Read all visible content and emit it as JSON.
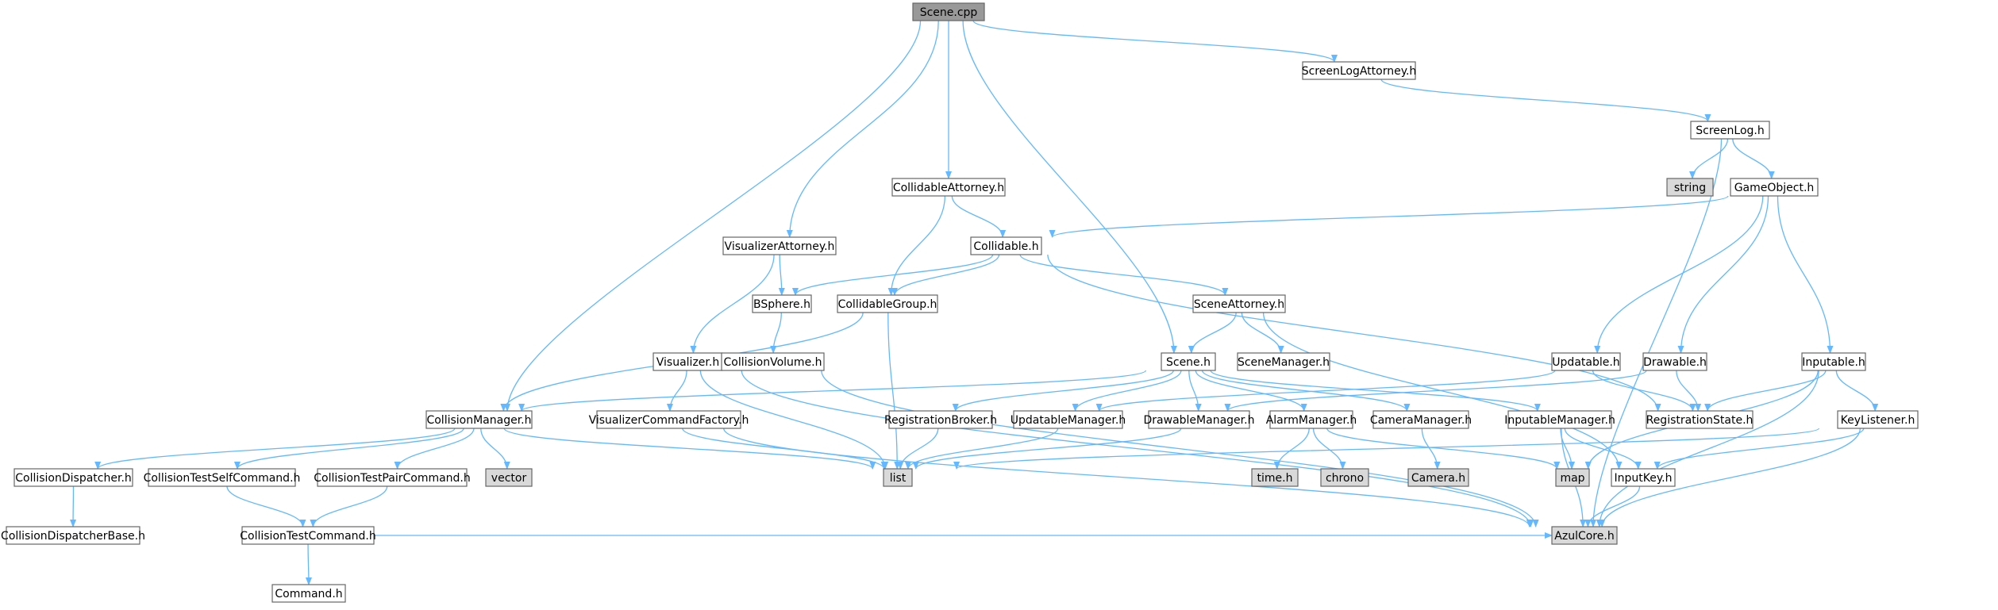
{
  "colors": {
    "edge": "#63b8ff",
    "node_fill": "#ffffff",
    "node_border": "#666666",
    "root_fill": "#999999",
    "external_fill": "#d9d9d9"
  },
  "nodes": [
    {
      "id": "scene_cpp",
      "label": "Scene.cpp",
      "kind": "root"
    },
    {
      "id": "screenlogattorney_h",
      "label": "ScreenLogAttorney.h",
      "kind": "normal"
    },
    {
      "id": "screenlog_h",
      "label": "ScreenLog.h",
      "kind": "normal"
    },
    {
      "id": "string",
      "label": "string",
      "kind": "external"
    },
    {
      "id": "gameobject_h",
      "label": "GameObject.h",
      "kind": "normal"
    },
    {
      "id": "collidableattorney_h",
      "label": "CollidableAttorney.h",
      "kind": "normal"
    },
    {
      "id": "visualizerattorney_h",
      "label": "VisualizerAttorney.h",
      "kind": "normal"
    },
    {
      "id": "collidable_h",
      "label": "Collidable.h",
      "kind": "normal"
    },
    {
      "id": "bsphere_h",
      "label": "BSphere.h",
      "kind": "normal"
    },
    {
      "id": "collidablegroup_h",
      "label": "CollidableGroup.h",
      "kind": "normal"
    },
    {
      "id": "sceneattorney_h",
      "label": "SceneAttorney.h",
      "kind": "normal"
    },
    {
      "id": "visualizer_h",
      "label": "Visualizer.h",
      "kind": "normal"
    },
    {
      "id": "collisionvolume_h",
      "label": "CollisionVolume.h",
      "kind": "normal"
    },
    {
      "id": "scene_h",
      "label": "Scene.h",
      "kind": "normal"
    },
    {
      "id": "scenemanager_h",
      "label": "SceneManager.h",
      "kind": "normal"
    },
    {
      "id": "updatable_h",
      "label": "Updatable.h",
      "kind": "normal"
    },
    {
      "id": "drawable_h",
      "label": "Drawable.h",
      "kind": "normal"
    },
    {
      "id": "inputable_h",
      "label": "Inputable.h",
      "kind": "normal"
    },
    {
      "id": "collisionmanager_h",
      "label": "CollisionManager.h",
      "kind": "normal"
    },
    {
      "id": "visualizercommandfactory_h",
      "label": "VisualizerCommandFactory.h",
      "kind": "normal"
    },
    {
      "id": "registrationbroker_h",
      "label": "RegistrationBroker.h",
      "kind": "normal"
    },
    {
      "id": "updatablemanager_h",
      "label": "UpdatableManager.h",
      "kind": "normal"
    },
    {
      "id": "drawablemanager_h",
      "label": "DrawableManager.h",
      "kind": "normal"
    },
    {
      "id": "alarmmanager_h",
      "label": "AlarmManager.h",
      "kind": "normal"
    },
    {
      "id": "cameramanager_h",
      "label": "CameraManager.h",
      "kind": "normal"
    },
    {
      "id": "inputablemanager_h",
      "label": "InputableManager.h",
      "kind": "normal"
    },
    {
      "id": "registrationstate_h",
      "label": "RegistrationState.h",
      "kind": "normal"
    },
    {
      "id": "keylistener_h",
      "label": "KeyListener.h",
      "kind": "normal"
    },
    {
      "id": "collisiondispatcher_h",
      "label": "CollisionDispatcher.h",
      "kind": "normal"
    },
    {
      "id": "collisiontestselfcommand_h",
      "label": "CollisionTestSelfCommand.h",
      "kind": "normal"
    },
    {
      "id": "collisiontestpaircommand_h",
      "label": "CollisionTestPairCommand.h",
      "kind": "normal"
    },
    {
      "id": "vector",
      "label": "vector",
      "kind": "external"
    },
    {
      "id": "list",
      "label": "list",
      "kind": "external"
    },
    {
      "id": "time_h",
      "label": "time.h",
      "kind": "external"
    },
    {
      "id": "chrono",
      "label": "chrono",
      "kind": "external"
    },
    {
      "id": "camera_h",
      "label": "Camera.h",
      "kind": "external"
    },
    {
      "id": "map",
      "label": "map",
      "kind": "external"
    },
    {
      "id": "inputkey_h",
      "label": "InputKey.h",
      "kind": "normal"
    },
    {
      "id": "collisiondispatcherbase_h",
      "label": "CollisionDispatcherBase.h",
      "kind": "normal"
    },
    {
      "id": "collisiontestcommand_h",
      "label": "CollisionTestCommand.h",
      "kind": "normal"
    },
    {
      "id": "azulcore_h",
      "label": "AzulCore.h",
      "kind": "external"
    },
    {
      "id": "command_h",
      "label": "Command.h",
      "kind": "normal"
    }
  ],
  "edges": [
    [
      "scene_cpp",
      "screenlogattorney_h"
    ],
    [
      "scene_cpp",
      "collidableattorney_h"
    ],
    [
      "scene_cpp",
      "visualizerattorney_h"
    ],
    [
      "scene_cpp",
      "scene_h"
    ],
    [
      "scene_cpp",
      "collisionmanager_h"
    ],
    [
      "screenlogattorney_h",
      "screenlog_h"
    ],
    [
      "screenlog_h",
      "string"
    ],
    [
      "screenlog_h",
      "gameobject_h"
    ],
    [
      "screenlog_h",
      "azulcore_h"
    ],
    [
      "gameobject_h",
      "collidable_h"
    ],
    [
      "gameobject_h",
      "updatable_h"
    ],
    [
      "gameobject_h",
      "drawable_h"
    ],
    [
      "gameobject_h",
      "inputable_h"
    ],
    [
      "collidableattorney_h",
      "collidable_h"
    ],
    [
      "collidableattorney_h",
      "collidablegroup_h"
    ],
    [
      "visualizerattorney_h",
      "bsphere_h"
    ],
    [
      "visualizerattorney_h",
      "visualizer_h"
    ],
    [
      "collidable_h",
      "bsphere_h"
    ],
    [
      "collidable_h",
      "collidablegroup_h"
    ],
    [
      "collidable_h",
      "sceneattorney_h"
    ],
    [
      "collidable_h",
      "registrationstate_h"
    ],
    [
      "bsphere_h",
      "collisionvolume_h"
    ],
    [
      "collidablegroup_h",
      "collisionmanager_h"
    ],
    [
      "collidablegroup_h",
      "list"
    ],
    [
      "sceneattorney_h",
      "scene_h"
    ],
    [
      "sceneattorney_h",
      "scenemanager_h"
    ],
    [
      "sceneattorney_h",
      "inputkey_h"
    ],
    [
      "visualizer_h",
      "visualizercommandfactory_h"
    ],
    [
      "visualizer_h",
      "list"
    ],
    [
      "visualizer_h",
      "azulcore_h"
    ],
    [
      "collisionvolume_h",
      "azulcore_h"
    ],
    [
      "scene_h",
      "collisionmanager_h"
    ],
    [
      "scene_h",
      "registrationbroker_h"
    ],
    [
      "scene_h",
      "updatablemanager_h"
    ],
    [
      "scene_h",
      "drawablemanager_h"
    ],
    [
      "scene_h",
      "alarmmanager_h"
    ],
    [
      "scene_h",
      "cameramanager_h"
    ],
    [
      "scene_h",
      "inputablemanager_h"
    ],
    [
      "updatable_h",
      "updatablemanager_h"
    ],
    [
      "updatable_h",
      "registrationstate_h"
    ],
    [
      "drawable_h",
      "drawablemanager_h"
    ],
    [
      "drawable_h",
      "registrationstate_h"
    ],
    [
      "inputable_h",
      "registrationstate_h"
    ],
    [
      "inputable_h",
      "keylistener_h"
    ],
    [
      "inputable_h",
      "map"
    ],
    [
      "inputable_h",
      "azulcore_h"
    ],
    [
      "collisionmanager_h",
      "collisiondispatcher_h"
    ],
    [
      "collisionmanager_h",
      "collisiontestselfcommand_h"
    ],
    [
      "collisionmanager_h",
      "collisiontestpaircommand_h"
    ],
    [
      "collisionmanager_h",
      "vector"
    ],
    [
      "collisionmanager_h",
      "list"
    ],
    [
      "visualizercommandfactory_h",
      "list"
    ],
    [
      "visualizercommandfactory_h",
      "azulcore_h"
    ],
    [
      "registrationbroker_h",
      "list"
    ],
    [
      "updatablemanager_h",
      "list"
    ],
    [
      "drawablemanager_h",
      "list"
    ],
    [
      "alarmmanager_h",
      "time_h"
    ],
    [
      "alarmmanager_h",
      "chrono"
    ],
    [
      "alarmmanager_h",
      "map"
    ],
    [
      "cameramanager_h",
      "camera_h"
    ],
    [
      "inputablemanager_h",
      "map"
    ],
    [
      "inputablemanager_h",
      "inputkey_h"
    ],
    [
      "inputablemanager_h",
      "azulcore_h"
    ],
    [
      "keylistener_h",
      "list"
    ],
    [
      "keylistener_h",
      "inputkey_h"
    ],
    [
      "keylistener_h",
      "azulcore_h"
    ],
    [
      "inputkey_h",
      "azulcore_h"
    ],
    [
      "collisiondispatcher_h",
      "collisiondispatcherbase_h"
    ],
    [
      "collisiontestselfcommand_h",
      "collisiontestcommand_h"
    ],
    [
      "collisiontestpaircommand_h",
      "collisiontestcommand_h"
    ],
    [
      "collisiontestcommand_h",
      "command_h"
    ],
    [
      "collisiontestcommand_h",
      "azulcore_h"
    ]
  ]
}
